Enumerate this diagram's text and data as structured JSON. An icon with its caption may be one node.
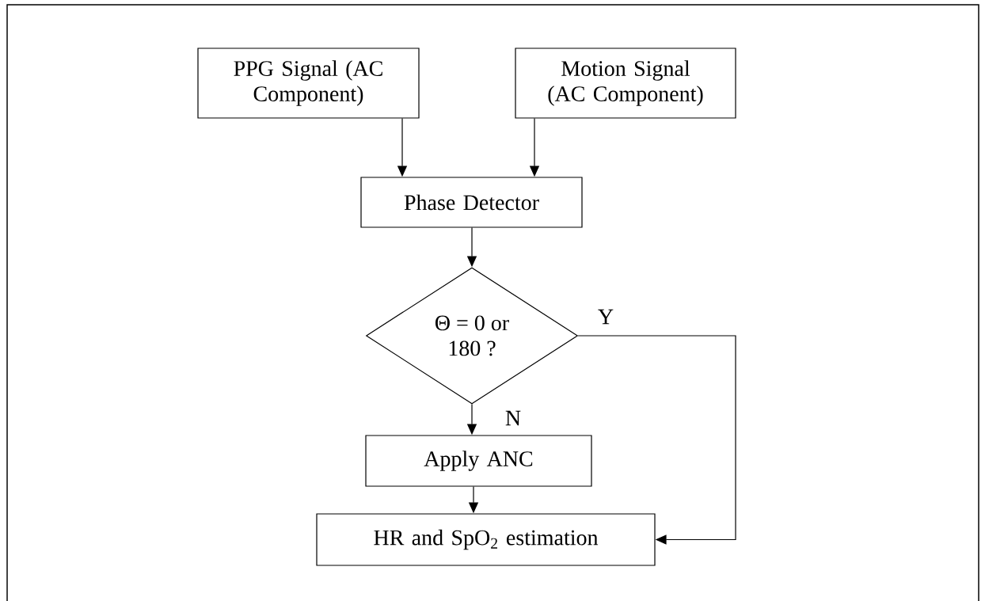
{
  "diagram": {
    "nodes": [
      {
        "text": [
          "PPG Signal (AC Component)"
        ]
      },
      {
        "text": [
          "Motion Signal (AC Component)"
        ]
      },
      {
        "text": [
          "Phase Detector"
        ]
      },
      {
        "text": [
          "Θ = 0 or 180 ?"
        ]
      },
      {
        "text": [
          "Apply ANC"
        ]
      },
      {
        "text": [
          "HR and SpO$_{2}$ estimation"
        ]
      }
    ],
    "edges": [
      {
        "from": 0,
        "to": 2,
        "arrow": "to"
      },
      {
        "from": 1,
        "to": 2,
        "arrow": "to"
      },
      {
        "from": 2,
        "to": 3,
        "arrow": "to"
      },
      {
        "from": 3,
        "to": 4,
        "label": "N",
        "arrow": "to"
      },
      {
        "from": 3,
        "to": 5,
        "label": "Y",
        "arrow": "to"
      },
      {
        "from": 4,
        "to": 5,
        "arrow": "to"
      }
    ]
  }
}
